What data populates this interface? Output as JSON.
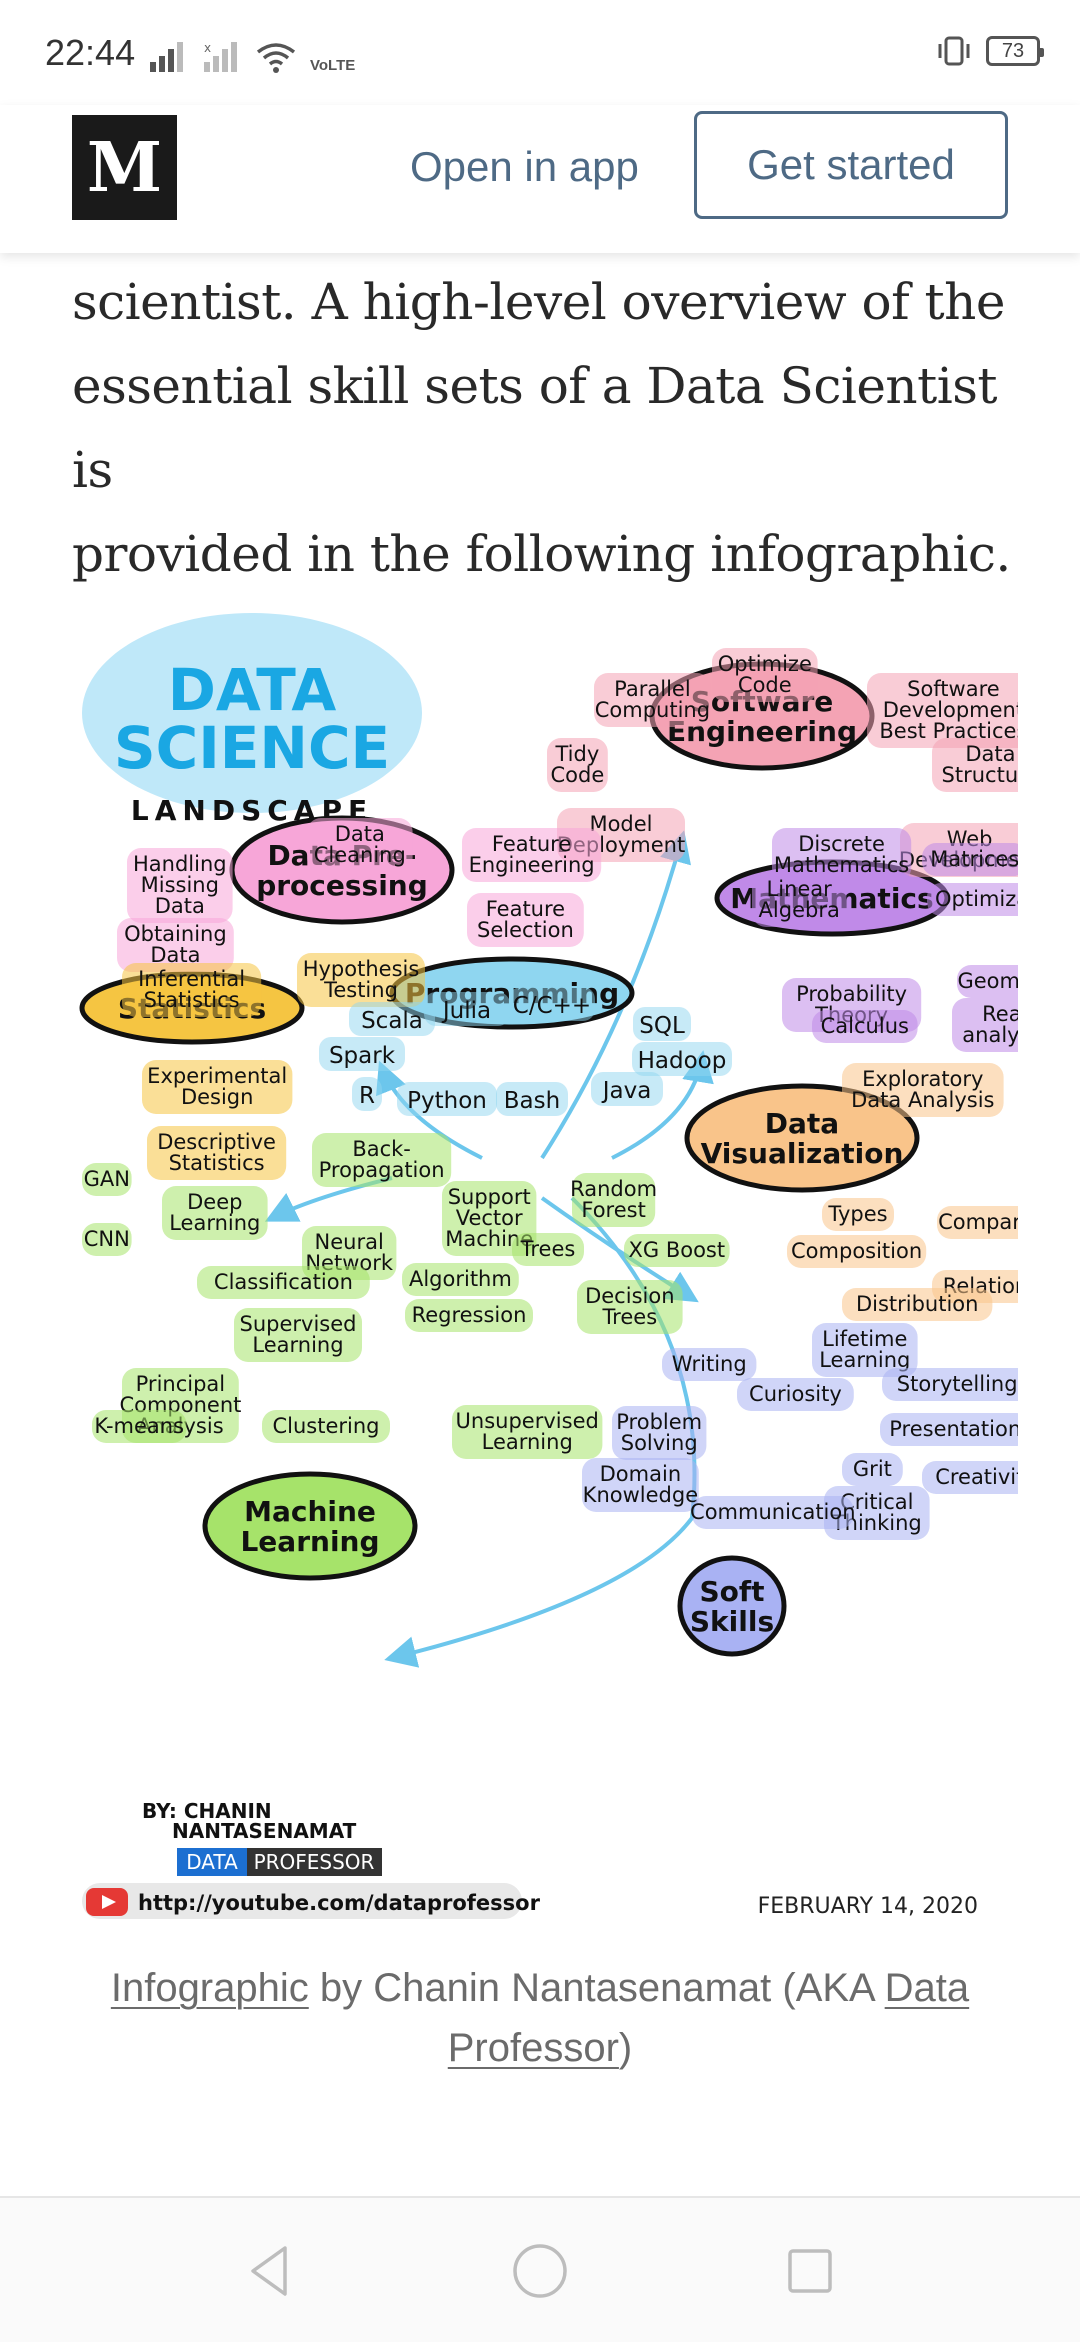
{
  "status_bar": {
    "time": "22:44",
    "network": "VoLTE",
    "battery": "73"
  },
  "header": {
    "logo": "M",
    "open_in_app": "Open in app",
    "get_started": "Get started"
  },
  "article": {
    "lines": [
      "scientist. A high-level overview of the",
      "essential skill sets of a Data Scientist is",
      "provided in the following infographic."
    ]
  },
  "infographic": {
    "title_line1": "DATA",
    "title_line2": "SCIENCE",
    "title_line3": "LANDSCAPE",
    "hubs": {
      "software_engineering": [
        "Software",
        "Engineering"
      ],
      "data_preprocessing": [
        "Data Pre-",
        "processing"
      ],
      "mathematics": "Mathematics",
      "statistics": "Statistics",
      "programming": "Programming",
      "data_visualization": [
        "Data",
        "Visualization"
      ],
      "machine_learning": [
        "Machine",
        "Learning"
      ],
      "soft_skills": [
        "Soft",
        "Skills"
      ]
    },
    "software_engineering_items": [
      [
        "Parallel",
        "Computing"
      ],
      [
        "Optimize",
        "Code"
      ],
      [
        "Software",
        "Development",
        "Best Practices"
      ],
      [
        "Tidy",
        "Code"
      ],
      [
        "Data",
        "Structure"
      ],
      [
        "Model",
        "Deployment"
      ],
      [
        "Web",
        "Development"
      ]
    ],
    "preprocessing_items": [
      [
        "Handling",
        "Missing",
        "Data"
      ],
      [
        "Data",
        "Cleaning"
      ],
      [
        "Feature",
        "Engineering"
      ],
      [
        "Feature",
        "Selection"
      ],
      [
        "Obtaining",
        "Data"
      ]
    ],
    "mathematics_items": [
      [
        "Discrete",
        "Mathematics"
      ],
      [
        "Matrices"
      ],
      [
        "Linear",
        "Algebra"
      ],
      [
        "Optimization"
      ],
      [
        "Probability",
        "Theory"
      ],
      [
        "Calculus"
      ],
      [
        "Geometry"
      ],
      [
        "Real",
        "analysis"
      ]
    ],
    "statistics_items": [
      [
        "Inferential",
        "Statistics"
      ],
      [
        "Hypothesis",
        "Testing"
      ],
      [
        "Experimental",
        "Design"
      ],
      [
        "Descriptive",
        "Statistics"
      ]
    ],
    "programming_items": [
      "Scala",
      "Julia",
      "C/C++",
      "SQL",
      "Spark",
      "Hadoop",
      "R",
      "Python",
      "Bash",
      "Java"
    ],
    "visualization_items": [
      [
        "Exploratory",
        "Data Analysis"
      ],
      [
        "Types"
      ],
      [
        "Comparison"
      ],
      [
        "Composition"
      ],
      [
        "Relationship"
      ],
      [
        "Distribution"
      ]
    ],
    "ml_items": [
      [
        "Back-",
        "Propagation"
      ],
      [
        "GAN"
      ],
      [
        "Deep",
        "Learning"
      ],
      [
        "CNN"
      ],
      [
        "Neural",
        "Network"
      ],
      [
        "Support",
        "Vector",
        "Machine"
      ],
      [
        "Random",
        "Forest"
      ],
      [
        "Trees"
      ],
      [
        "XG Boost"
      ],
      [
        "Algorithm"
      ],
      [
        "Classification"
      ],
      [
        "Decision",
        "Trees"
      ],
      [
        "Supervised",
        "Learning"
      ],
      [
        "Regression"
      ],
      [
        "Principal",
        "Component",
        "Analysis"
      ],
      [
        "K-means"
      ],
      [
        "Clustering"
      ],
      [
        "Unsupervised",
        "Learning"
      ]
    ],
    "soft_skills_items": [
      [
        "Lifetime",
        "Learning"
      ],
      [
        "Writing"
      ],
      [
        "Curiosity"
      ],
      [
        "Storytelling"
      ],
      [
        "Problem",
        "Solving"
      ],
      [
        "Presentation"
      ],
      [
        "Grit"
      ],
      [
        "Creativity"
      ],
      [
        "Domain",
        "Knowledge"
      ],
      [
        "Critical",
        "Thinking"
      ],
      [
        "Communication"
      ]
    ],
    "author_line1": "BY: CHANIN",
    "author_line2": "NANTASENAMAT",
    "brand_left": "DATA",
    "brand_right": "PROFESSOR",
    "url": "http://youtube.com/dataprofessor",
    "date": "FEBRUARY 14, 2020",
    "colors": {
      "software": "#f4a3b4",
      "preprocessing": "#f7a6d8",
      "mathematics": "#c08ae8",
      "statistics": "#f5c542",
      "programming": "#8fd6f0",
      "visualization": "#f9c48a",
      "machine_learning": "#a6e36a",
      "soft_skills": "#a9b2f3"
    }
  },
  "caption": {
    "link1": "Infographic",
    "middle": " by Chanin Nantasenamat (AKA ",
    "link2": "Data Professor",
    "end": ")"
  }
}
